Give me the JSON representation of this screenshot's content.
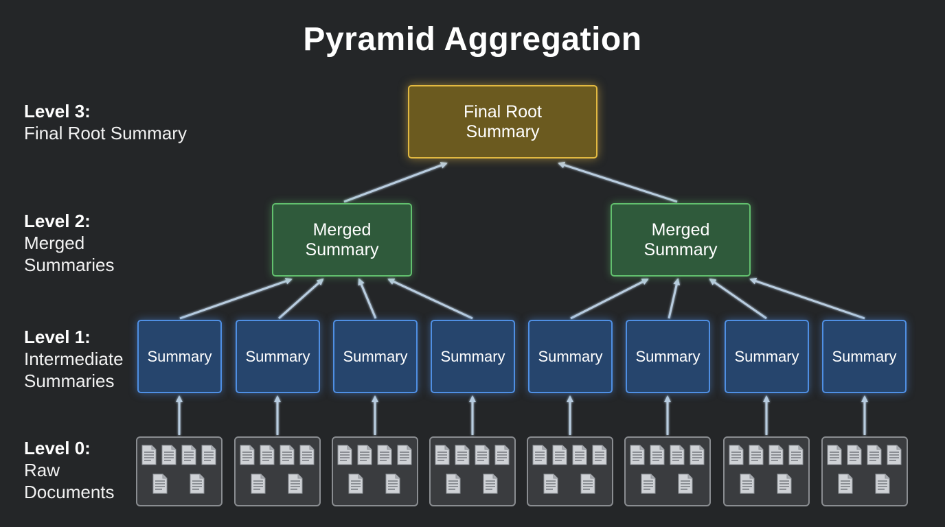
{
  "title": "Pyramid Aggregation",
  "levels": [
    {
      "level": "Level 3:",
      "description": [
        "Final Root Summary"
      ]
    },
    {
      "level": "Level 2:",
      "description": [
        "Merged",
        "Summaries"
      ]
    },
    {
      "level": "Level 1:",
      "description": [
        "Intermediate",
        "Summaries"
      ]
    },
    {
      "level": "Level 0:",
      "description": [
        "Raw",
        "Documents"
      ]
    }
  ],
  "root": {
    "label_lines": [
      "Final Root",
      "Summary"
    ]
  },
  "merged": [
    {
      "label_lines": [
        "Merged",
        "Summary"
      ]
    },
    {
      "label_lines": [
        "Merged",
        "Summary"
      ]
    }
  ],
  "summaries": [
    "Summary",
    "Summary",
    "Summary",
    "Summary",
    "Summary",
    "Summary",
    "Summary",
    "Summary"
  ],
  "raw_document_groups": [
    {
      "documents_per_group": 6
    },
    {
      "documents_per_group": 6
    },
    {
      "documents_per_group": 6
    },
    {
      "documents_per_group": 6
    },
    {
      "documents_per_group": 6
    },
    {
      "documents_per_group": 6
    },
    {
      "documents_per_group": 6
    },
    {
      "documents_per_group": 6
    }
  ],
  "colors": {
    "background": "#242628",
    "root_fill": "#6b5a1f",
    "root_border": "#e2b941",
    "merged_fill": "#2f5a3b",
    "merged_border": "#62c06e",
    "summary_fill": "#26456d",
    "summary_border": "#4f8fe3",
    "document_group_fill": "#3a3c3f",
    "document_group_border": "#8a8d91",
    "arrow": "#b9cde0"
  },
  "icons": {
    "document": "document-icon",
    "arrow": "arrow-up-icon"
  }
}
